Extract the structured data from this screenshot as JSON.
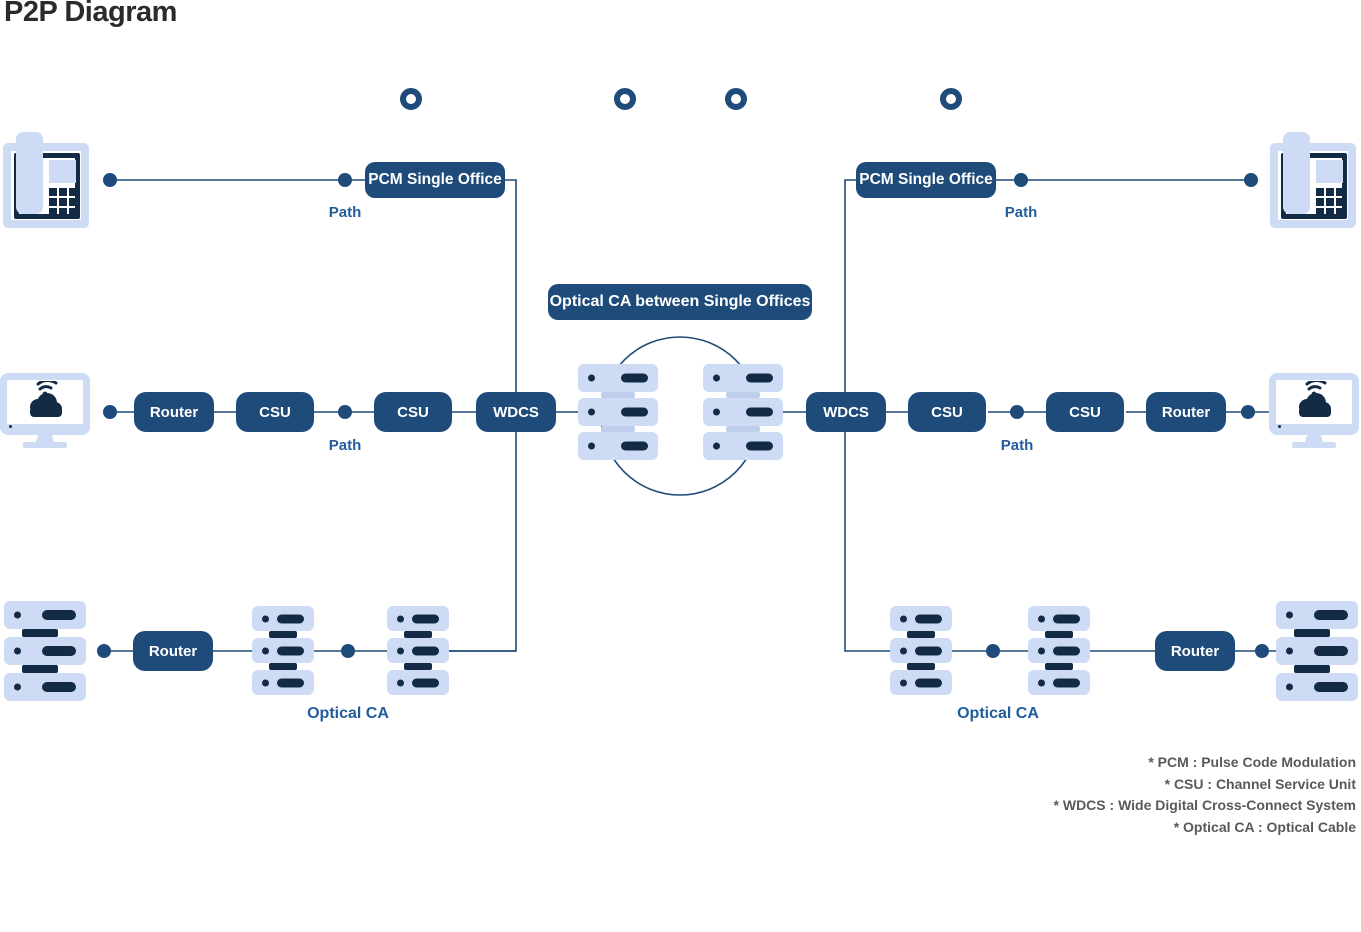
{
  "title": "P2P Diagram",
  "nodes": {
    "pcm_single_office": "PCM Single Office",
    "router": "Router",
    "csu": "CSU",
    "wdcs": "WDCS",
    "optical_ca_between": "Optical CA between Single Offices"
  },
  "labels": {
    "path": "Path",
    "optical_ca": "Optical CA"
  },
  "legend": {
    "items": [
      "* PCM : Pulse Code Modulation",
      "* CSU : Channel Service Unit",
      "* WDCS : Wide Digital Cross-Connect System",
      "* Optical CA : Optical Cable"
    ]
  },
  "icons": {
    "phone": "desk-phone-icon",
    "monitor": "monitor-cloud-wifi-icon",
    "server": "server-stack-icon",
    "node_point": "connection-ring-dot",
    "line_point": "connection-dot"
  },
  "colors": {
    "node_navy": "#1E4B79",
    "detail_navy": "#132B45",
    "light_blue": "#CDDCF4",
    "label_blue": "#235C9C",
    "legend_gray": "#59595B",
    "title_gray": "#2B2B2B",
    "background": "#FFFFFF"
  }
}
